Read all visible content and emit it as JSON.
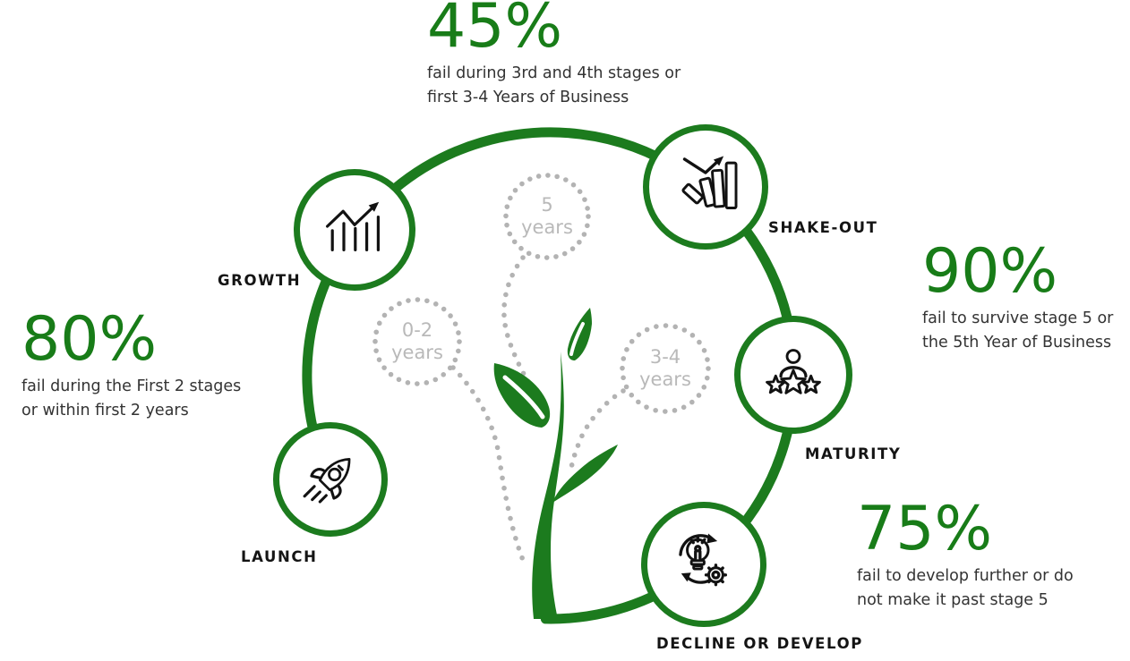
{
  "colors": {
    "green": "#1c7b1e",
    "number_green": "#187c18",
    "dotted_gray": "#b3b3b3",
    "year_text_gray": "#b9b9b9",
    "label_black": "#141414",
    "body_text": "#333333"
  },
  "stats": [
    {
      "value": "45%",
      "line1": "fail during 3rd and 4th stages or",
      "line2": "first 3-4 Years of Business"
    },
    {
      "value": "80%",
      "line1": "fail during the First 2 stages",
      "line2": "or within first 2 years"
    },
    {
      "value": "90%",
      "line1": "fail to survive stage 5 or",
      "line2": "the 5th Year of Business"
    },
    {
      "value": "75%",
      "line1": "fail to develop further or do",
      "line2": "not make it past stage 5"
    }
  ],
  "stages": [
    {
      "label": "LAUNCH",
      "icon": "rocket-icon"
    },
    {
      "label": "GROWTH",
      "icon": "rising-chart-icon"
    },
    {
      "label": "SHAKE-OUT",
      "icon": "collapsing-bars-icon"
    },
    {
      "label": "MATURITY",
      "icon": "person-with-stars-icon"
    },
    {
      "label": "DECLINE OR DEVELOP",
      "icon": "lightbulb-gear-cycle-icon"
    }
  ],
  "year_markers": [
    {
      "line1": "5",
      "line2": "years"
    },
    {
      "line1": "0-2",
      "line2": "years"
    },
    {
      "line1": "3-4",
      "line2": "years"
    }
  ]
}
